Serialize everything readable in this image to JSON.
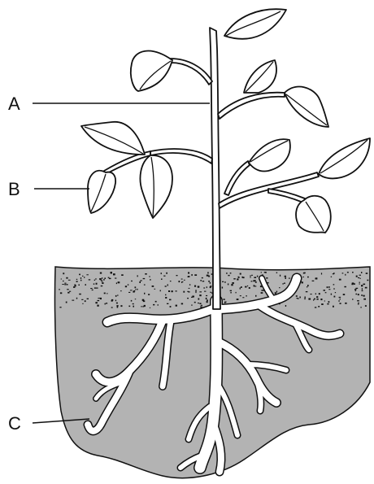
{
  "labels": {
    "a": "A",
    "b": "B",
    "c": "C"
  },
  "colors": {
    "soil": "#b3b3b3",
    "line": "#111111",
    "plant": "#ffffff",
    "background": "#ffffff"
  }
}
